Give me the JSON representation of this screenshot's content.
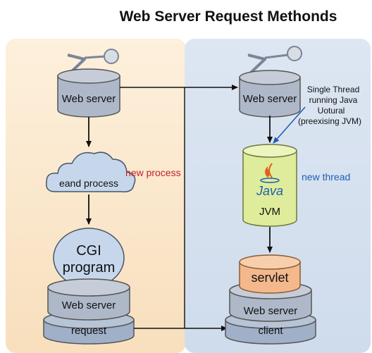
{
  "title": "Web Server Request Methonds",
  "left": {
    "web_server": "Web server",
    "process": "eand process",
    "process_note": "new process",
    "cgi_line1": "CGI",
    "cgi_line2": "program",
    "base_server": "Web server",
    "request": "request"
  },
  "right": {
    "web_server": "Web server",
    "note_lines": [
      "Single Thread",
      "running Java",
      "Uotural",
      "(preexising JVM)"
    ],
    "java_logo": "Java",
    "jvm": "JVM",
    "thread_note": "new thread",
    "servlet": "servlet",
    "base_server": "Web server",
    "client": "client"
  },
  "colors": {
    "left_panel": "#fbe7cc",
    "right_panel": "#d6e1ef",
    "cylinder": "#aeb8c8",
    "jvm": "#dfec9b",
    "servlet": "#f3b98c",
    "arrow": "#111111",
    "red_text": "#c2202a",
    "blue_text": "#1f5fb4"
  }
}
